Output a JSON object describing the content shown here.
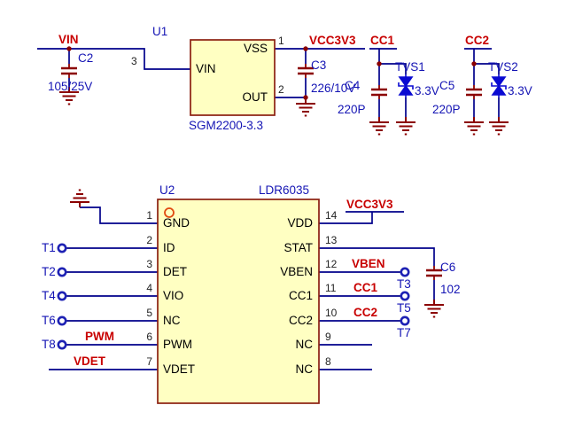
{
  "u1": {
    "refdes": "U1",
    "part": "SGM2200-3.3",
    "pins": {
      "vss": {
        "num": "1",
        "name": "VSS"
      },
      "vin": {
        "num": "3",
        "name": "VIN"
      },
      "out": {
        "num": "2",
        "name": "OUT"
      }
    }
  },
  "u2": {
    "refdes": "U2",
    "part": "LDR6035",
    "left_pins": [
      {
        "num": "1",
        "name": "GND"
      },
      {
        "num": "2",
        "name": "ID"
      },
      {
        "num": "3",
        "name": "DET"
      },
      {
        "num": "4",
        "name": "VIO"
      },
      {
        "num": "5",
        "name": "NC"
      },
      {
        "num": "6",
        "name": "PWM"
      },
      {
        "num": "7",
        "name": "VDET"
      }
    ],
    "right_pins": [
      {
        "num": "14",
        "name": "VDD"
      },
      {
        "num": "13",
        "name": "STAT"
      },
      {
        "num": "12",
        "name": "VBEN"
      },
      {
        "num": "11",
        "name": "CC1"
      },
      {
        "num": "10",
        "name": "CC2"
      },
      {
        "num": "9",
        "name": "NC"
      },
      {
        "num": "8",
        "name": "NC"
      }
    ]
  },
  "capacitors": {
    "c2": {
      "ref": "C2",
      "value": "105/25V"
    },
    "c3": {
      "ref": "C3",
      "value": "226/10V"
    },
    "c4": {
      "ref": "C4",
      "value": "220P"
    },
    "c5": {
      "ref": "C5",
      "value": "220P"
    },
    "c6": {
      "ref": "C6",
      "value": "102"
    }
  },
  "tvs_diodes": {
    "tvs1": {
      "ref": "TVS1",
      "value": "3.3V"
    },
    "tvs2": {
      "ref": "TVS2",
      "value": "3.3V"
    }
  },
  "net_labels": {
    "vin": "VIN",
    "vcc3v3": "VCC3V3",
    "cc1": "CC1",
    "cc2": "CC2",
    "pwm": "PWM",
    "vdet": "VDET",
    "vben": "VBEN"
  },
  "test_points": {
    "t1": "T1",
    "t2": "T2",
    "t3": "T3",
    "t4": "T4",
    "t5": "T5",
    "t6": "T6",
    "t7": "T7",
    "t8": "T8"
  },
  "colors": {
    "wire": "#00008b",
    "symbol": "#8b0000",
    "net_label": "#c80000",
    "designator": "#1414b4",
    "ic_fill": "#ffffc2",
    "ic_border": "#8b1f10",
    "tvs": "#0a0ad2"
  }
}
